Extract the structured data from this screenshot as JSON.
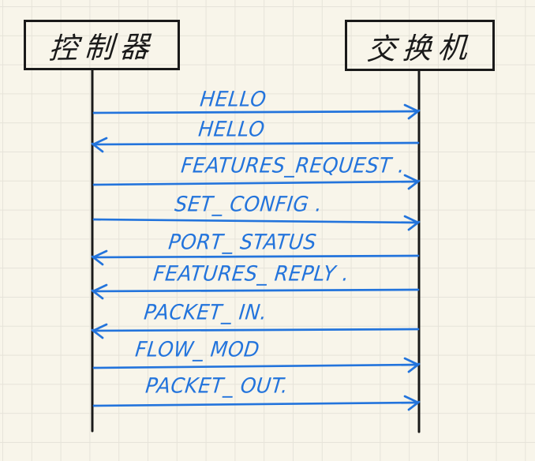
{
  "diagram": {
    "kind": "hand-drawn sequence diagram",
    "actors": [
      {
        "id": "controller",
        "label": "控制器"
      },
      {
        "id": "switch",
        "label": "交换机"
      }
    ],
    "messages": [
      {
        "label": "HELLO",
        "from": "controller",
        "to": "switch",
        "direction": "right"
      },
      {
        "label": "HELLO",
        "from": "switch",
        "to": "controller",
        "direction": "left"
      },
      {
        "label": "FEATURES_REQUEST .",
        "from": "controller",
        "to": "switch",
        "direction": "right"
      },
      {
        "label": "SET_ CONFIG .",
        "from": "controller",
        "to": "switch",
        "direction": "right"
      },
      {
        "label": "PORT_ STATUS",
        "from": "switch",
        "to": "controller",
        "direction": "left"
      },
      {
        "label": "FEATURES_ REPLY .",
        "from": "switch",
        "to": "controller",
        "direction": "left"
      },
      {
        "label": "PACKET_ IN.",
        "from": "switch",
        "to": "controller",
        "direction": "left"
      },
      {
        "label": "FLOW_ MOD",
        "from": "controller",
        "to": "switch",
        "direction": "right"
      },
      {
        "label": "PACKET_ OUT.",
        "from": "controller",
        "to": "switch",
        "direction": "right"
      }
    ],
    "colors": {
      "background": "#f8f5ea",
      "grid": "#e6e3d9",
      "ink": "#1a1a1a",
      "arrow": "#2374dc"
    }
  }
}
